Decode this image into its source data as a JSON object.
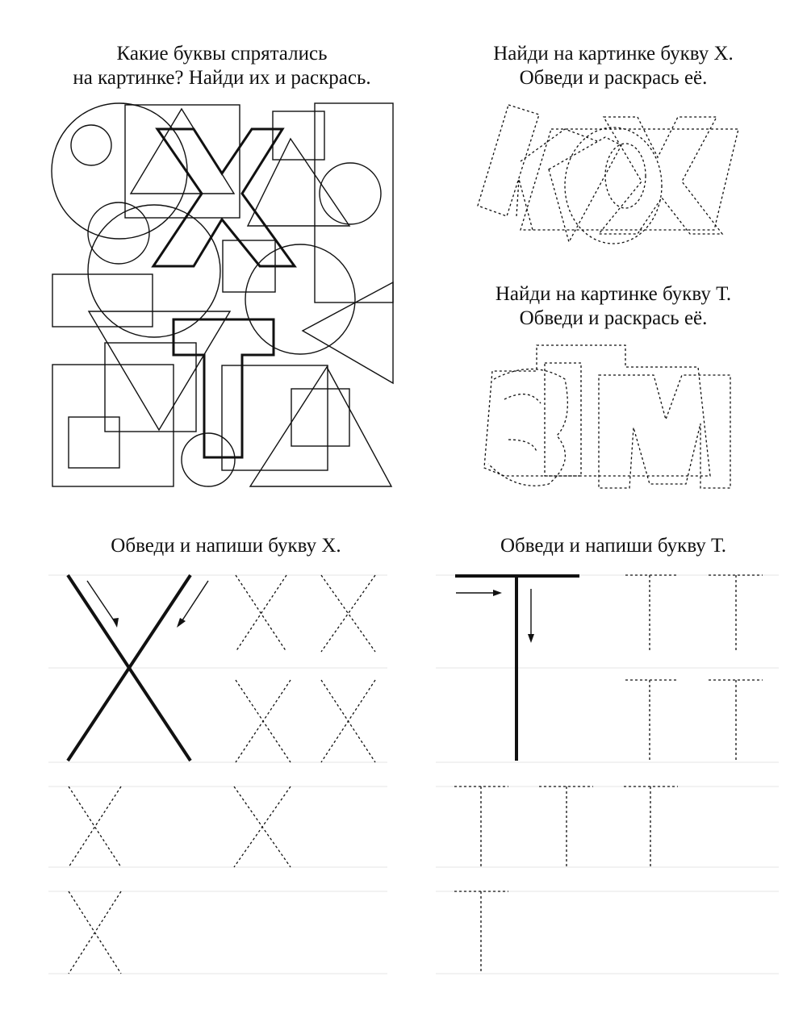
{
  "tasks": {
    "hidden_letters": {
      "line1": "Какие буквы спрятались",
      "line2": "на картинке? Найди их и раскрась."
    },
    "find_x": {
      "line1": "Найди на картинке букву Х.",
      "line2": "Обведи и раскрась её."
    },
    "find_t": {
      "line1": "Найди на картинке букву Т.",
      "line2": "Обведи и раскрась её."
    },
    "write_x": {
      "line1": "Обведи и напиши букву Х."
    },
    "write_t": {
      "line1": "Обведи и напиши букву Т."
    }
  },
  "colors": {
    "ink": "#111111",
    "guideline": "#e4e4e4"
  }
}
